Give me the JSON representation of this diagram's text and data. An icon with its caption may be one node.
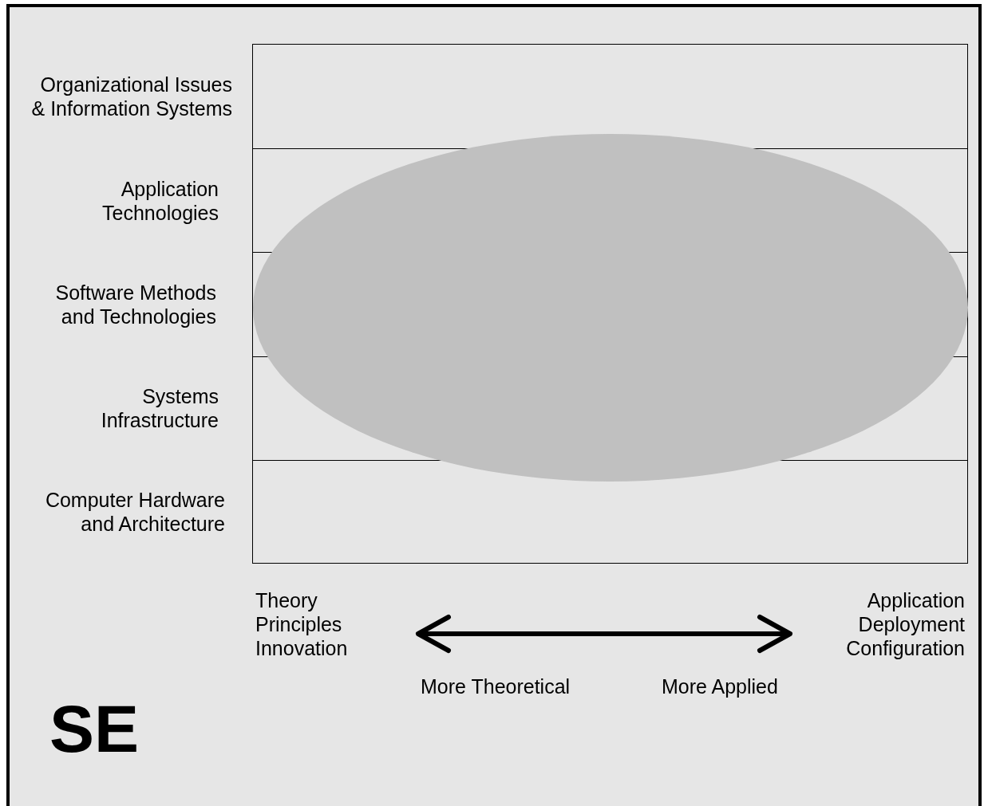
{
  "diagram": {
    "nodes": [
      {
        "text": [
          "Organizational Issues & Information Systems"
        ]
      },
      {
        "text": [
          "Application Technologies"
        ]
      },
      {
        "text": [
          "Software Methods and Technologies"
        ]
      },
      {
        "text": [
          "Systems Infrastructure"
        ]
      },
      {
        "text": [
          "Computer Hardware and Architecture"
        ]
      }
    ],
    "labels": [
      "Theory Principles Innovation",
      "Application Deployment Configuration",
      "More Theoretical",
      "More Applied",
      "SE"
    ]
  }
}
